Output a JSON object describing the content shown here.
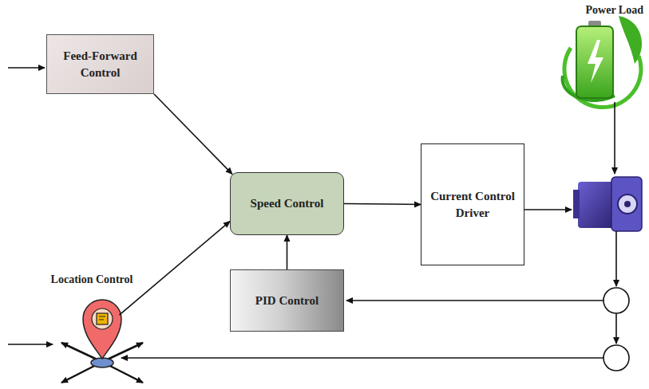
{
  "diagram": {
    "nodes": [
      {
        "text": [
          "Feed-Forward Control"
        ]
      },
      {
        "text": [
          "Power Load"
        ]
      },
      {
        "text": [
          "Speed Control"
        ]
      },
      {
        "text": [
          "Current Control Driver"
        ]
      },
      {
        "text": [
          "Location Control"
        ]
      },
      {
        "text": [
          "PID Control"
        ]
      }
    ],
    "edges": [
      {
        "from": 0,
        "to": 2,
        "arrow": "to"
      },
      {
        "from": 4,
        "to": 2,
        "arrow": "to"
      },
      {
        "from": 5,
        "to": 2,
        "arrow": "to"
      },
      {
        "from": 2,
        "to": 3,
        "arrow": "to"
      }
    ]
  }
}
